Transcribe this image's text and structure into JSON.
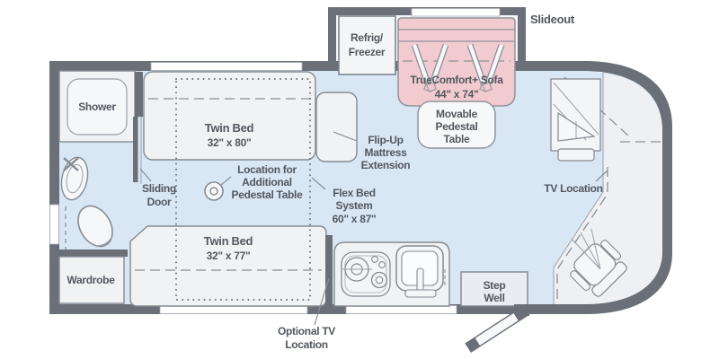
{
  "diagram": {
    "type": "rv-floor-plan",
    "slideout": {
      "label": "Slideout"
    },
    "refrig": {
      "line1": "Refrig/",
      "line2": "Freezer"
    },
    "sofa": {
      "line1": "TrueComfort+ Sofa",
      "line2": "44\" x 74\""
    },
    "movable_table": {
      "line1": "Movable",
      "line2": "Pedestal",
      "line3": "Table"
    },
    "shower": {
      "label": "Shower"
    },
    "twin_bed_top": {
      "line1": "Twin Bed",
      "line2": "32\" x 80\""
    },
    "flip_up": {
      "line1": "Flip-Up",
      "line2": "Mattress",
      "line3": "Extension"
    },
    "sliding_door": {
      "line1": "Sliding",
      "line2": "Door"
    },
    "additional_table": {
      "line1": "Location for",
      "line2": "Additional",
      "line3": "Pedestal Table"
    },
    "flex_bed": {
      "line1": "Flex Bed",
      "line2": "System",
      "line3": "60\" x 87\""
    },
    "twin_bed_bottom": {
      "line1": "Twin Bed",
      "line2": "32\" x 77\""
    },
    "wardrobe": {
      "label": "Wardrobe"
    },
    "tv_location": {
      "label": "TV Location"
    },
    "step_well": {
      "line1": "Step",
      "line2": "Well"
    },
    "optional_tv": {
      "line1": "Optional TV",
      "line2": "Location"
    }
  },
  "colors": {
    "wall": "#6a6f78",
    "floor": "#d9e7f4",
    "slideout_interior": "#f6f7f9",
    "furniture": "#f1f2f4",
    "sofa_pink": "#f2cbd0",
    "cab_floor": "#eef0f3",
    "window": "#ffffff",
    "text": "#53585f"
  }
}
